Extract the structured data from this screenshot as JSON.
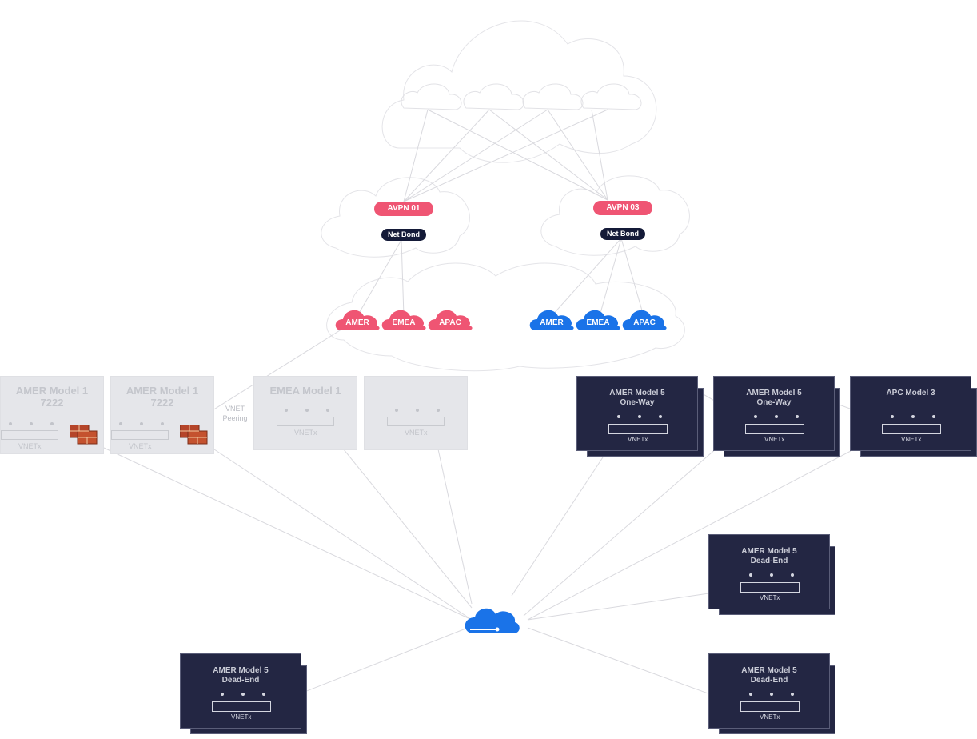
{
  "avpn": [
    {
      "label": "AVPN 01",
      "bond": "Net Bond"
    },
    {
      "label": "AVPN 03",
      "bond": "Net Bond"
    }
  ],
  "regions_pink": [
    "AMER",
    "EMEA",
    "APAC"
  ],
  "regions_blue": [
    "AMER",
    "EMEA",
    "APAC"
  ],
  "peering_label": "VNET\nPeering",
  "vnet_label": "VNETx",
  "gray_boxes": [
    {
      "title": "AMER Model 1\n7222"
    },
    {
      "title": "AMER Model 1\n7222"
    },
    {
      "title": "EMEA Model 1"
    },
    {
      "title": ""
    }
  ],
  "navy_boxes": [
    {
      "title": "AMER Model 5\nOne-Way"
    },
    {
      "title": "AMER Model 5\nOne-Way"
    },
    {
      "title": "APC Model 3"
    },
    {
      "title": "AMER Model 5\nDead-End"
    },
    {
      "title": "AMER Model 5\nDead-End"
    },
    {
      "title": "AMER Model 5\nDead-End"
    }
  ],
  "colors": {
    "pink": "#ef5573",
    "blue": "#1a73e8",
    "navy": "#232643",
    "gray": "#e5e6ea"
  }
}
